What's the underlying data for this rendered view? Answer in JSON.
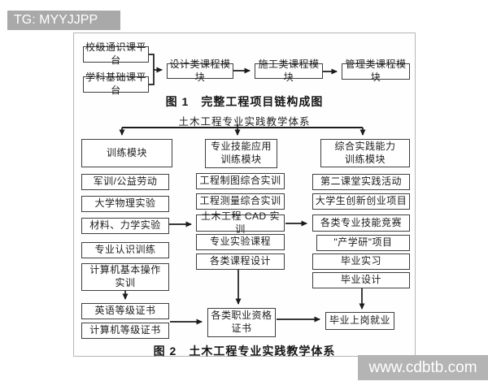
{
  "watermarks": {
    "top_left": "TG: MYYJJPP",
    "bottom_right": "www.cdbtb.com"
  },
  "figure1": {
    "caption": "图 1　完整工程项目链构成图",
    "platforms": [
      "校级通识课平台",
      "学科基础课平台"
    ],
    "chain": [
      "设计类课程模块",
      "施工类课程模块",
      "管理类课程模块"
    ],
    "edges": [
      "校级通识课平台→设计类课程模块",
      "学科基础课平台→设计类课程模块",
      "设计类课程模块→施工类课程模块",
      "施工类课程模块→管理类课程模块"
    ]
  },
  "figure2": {
    "title": "土木工程专业实践教学体系",
    "caption": "图 2　土木工程专业实践教学体系",
    "modules": [
      "训练模块",
      "专业技能应用\n训练模块",
      "综合实践能力\n训练模块"
    ],
    "left_items": [
      "军训/公益劳动",
      "大学物理实验",
      "材料、力学实验",
      "专业认识训练",
      "计算机基本操作\n实训",
      "英语等级证书",
      "计算机等级证书"
    ],
    "middle_items": [
      "工程制图综合实训",
      "工程测量综合实训",
      "土木工程 CAD 实训",
      "专业实验课程",
      "各类课程设计",
      "各类职业资格\n证书"
    ],
    "right_items": [
      "第二课堂实践活动",
      "大学生创新创业项目",
      "各类专业技能竞赛",
      "\"产学研\"项目",
      "毕业实习",
      "毕业设计",
      "毕业上岗就业"
    ],
    "edges": [
      "土木工程专业实践教学体系→训练模块",
      "土木工程专业实践教学体系→专业技能应用训练模块",
      "土木工程专业实践教学体系→综合实践能力训练模块",
      "材料、力学实验→土木工程 CAD 实训",
      "土木工程 CAD 实训→各类专业技能竞赛",
      "计算机基本操作实训→英语等级证书",
      "各类课程设计→各类职业资格证书",
      "毕业设计→毕业上岗就业",
      "英语等级证书/计算机等级证书→各类职业资格证书",
      "各类职业资格证书→毕业上岗就业"
    ]
  },
  "colors": {
    "banner_gray": "#a9a9a9",
    "box_border": "#3e3e3e",
    "frame_border": "#b6b6b6",
    "text": "#1c1c1c"
  }
}
